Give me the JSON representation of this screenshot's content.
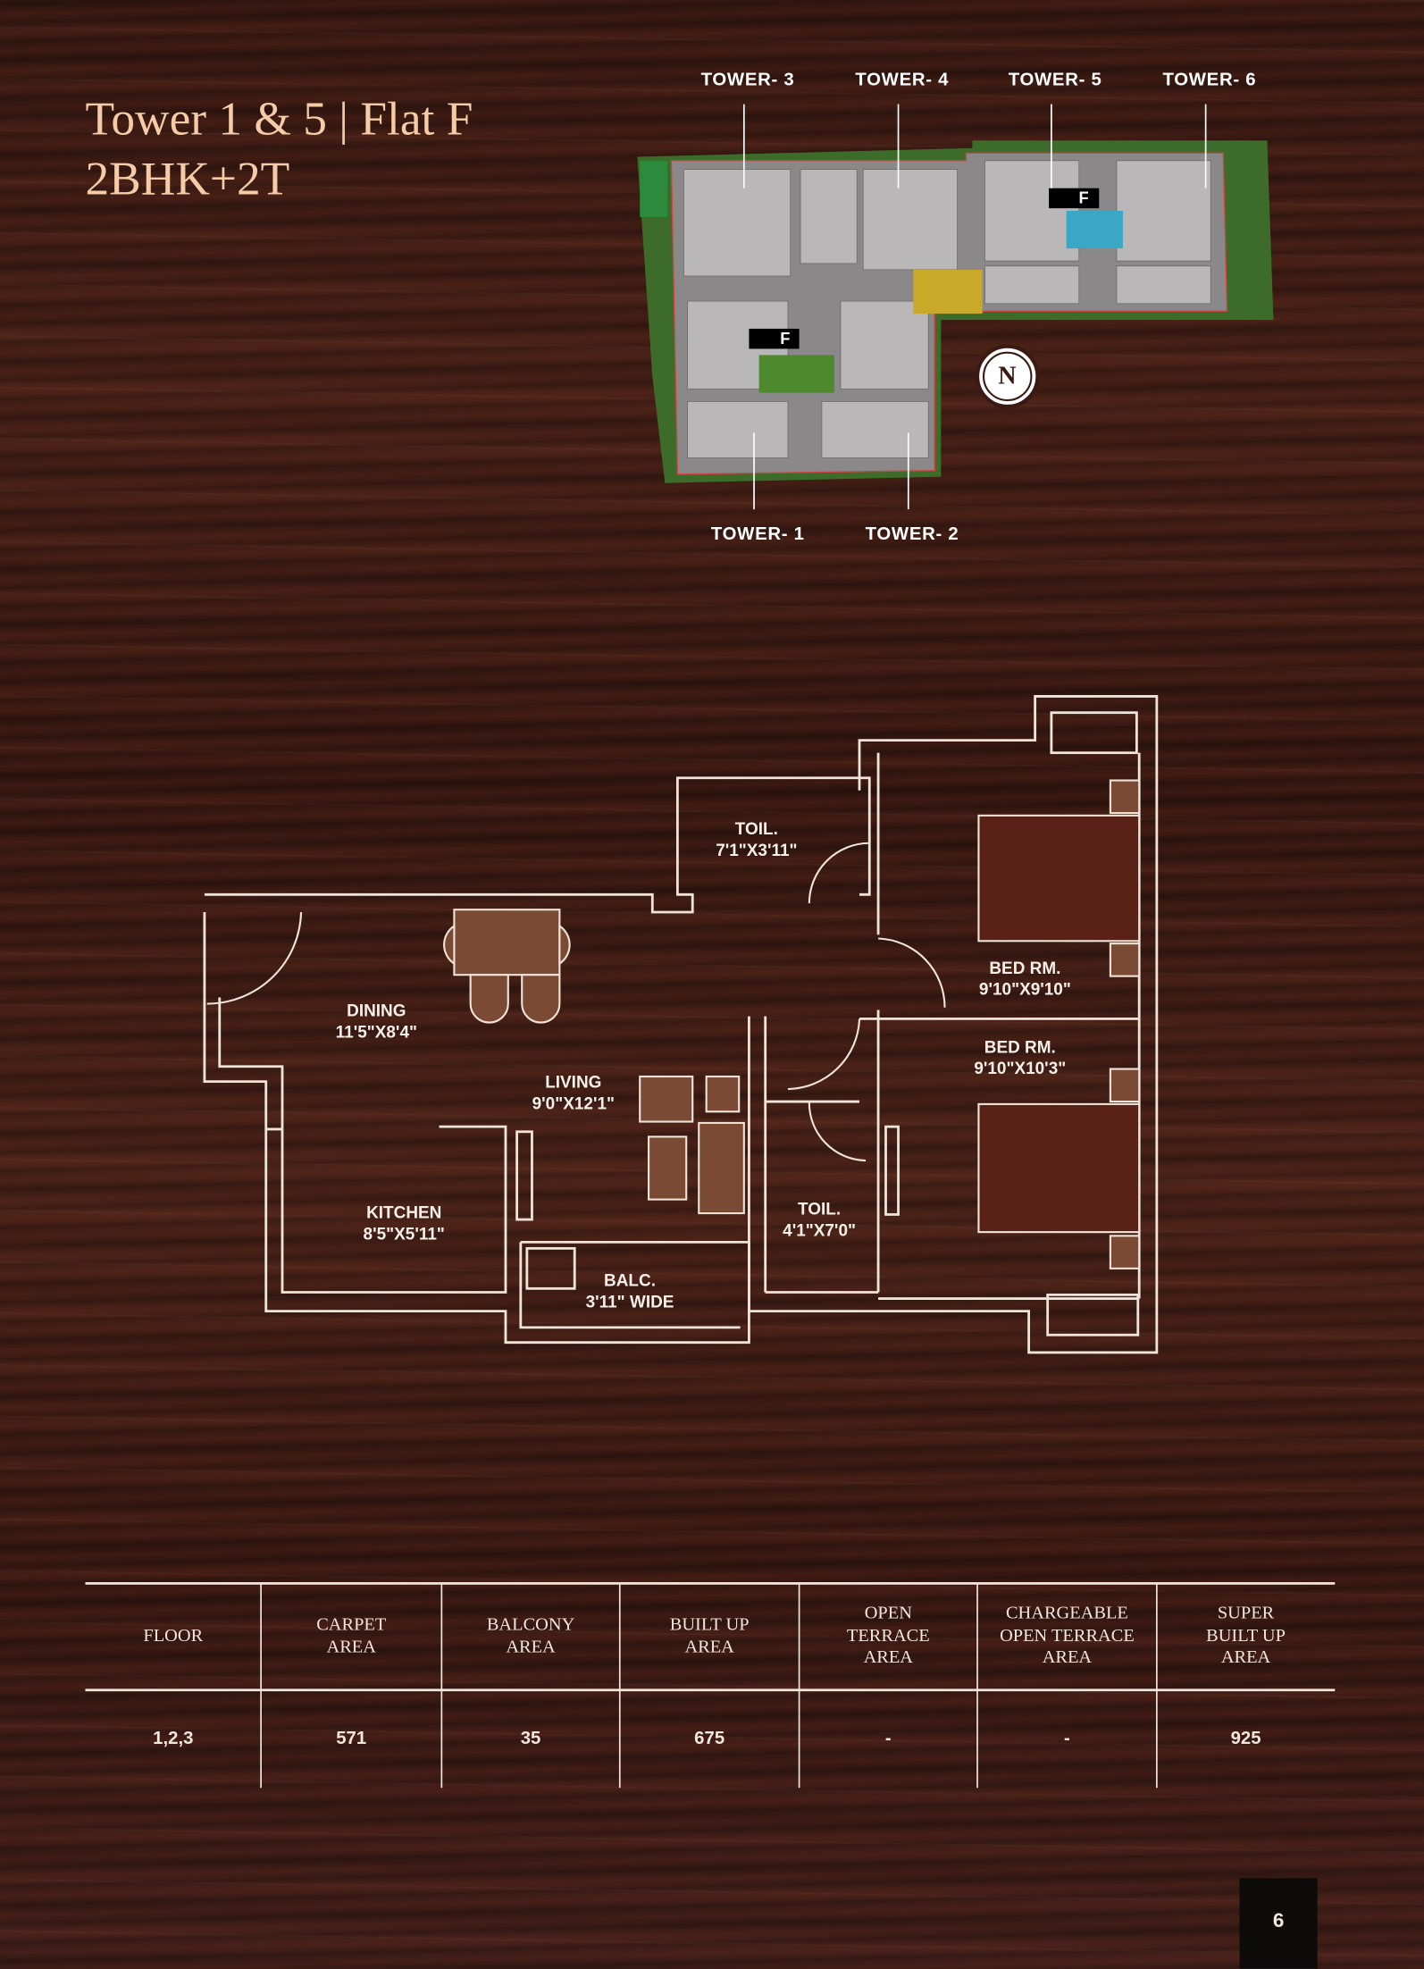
{
  "title": {
    "line1": "Tower 1 & 5  |  Flat F",
    "line2": "2BHK+2T"
  },
  "site_plan": {
    "top_towers": [
      "TOWER- 3",
      "TOWER- 4",
      "TOWER- 5",
      "TOWER- 6"
    ],
    "bottom_towers": [
      "TOWER- 1",
      "TOWER- 2"
    ],
    "flat_marker": "F",
    "compass": "N"
  },
  "floor_plan": {
    "rooms": [
      {
        "name": "TOIL.",
        "size": "7'1\"X3'11\""
      },
      {
        "name": "BED RM.",
        "size": "9'10\"X9'10\""
      },
      {
        "name": "DINING",
        "size": "11'5\"X8'4\""
      },
      {
        "name": "BED RM.",
        "size": "9'10\"X10'3\""
      },
      {
        "name": "LIVING",
        "size": "9'0\"X12'1\""
      },
      {
        "name": "KITCHEN",
        "size": "8'5\"X5'11\""
      },
      {
        "name": "TOIL.",
        "size": "4'1\"X7'0\""
      },
      {
        "name": "BALC.",
        "size": "3'11\" WIDE"
      }
    ]
  },
  "table": {
    "headers": [
      "FLOOR",
      "CARPET\nAREA",
      "BALCONY\nAREA",
      "BUILT UP\nAREA",
      "OPEN\nTERRACE\nAREA",
      "CHARGEABLE\nOPEN TERRACE\nAREA",
      "SUPER\nBUILT UP\nAREA"
    ],
    "values": [
      "1,2,3",
      "571",
      "35",
      "675",
      "-",
      "-",
      "925"
    ]
  },
  "page_number": "6",
  "colors": {
    "title": "#f6cba8",
    "lines": "#f0e4d8",
    "furniture": "#7a4a35",
    "bed": "#5a2216"
  }
}
